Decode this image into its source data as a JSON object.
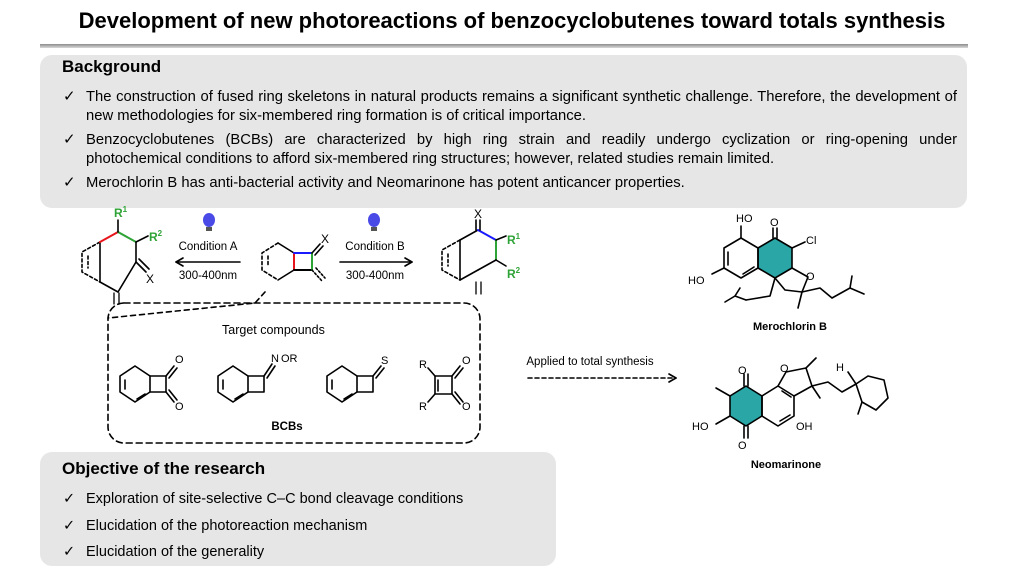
{
  "title": "Development of new photoreactions of benzocyclobutenes toward totals synthesis",
  "background": {
    "heading": "Background",
    "check": "✓",
    "items": [
      "The construction of fused ring skeletons in natural products remains a significant synthetic challenge. Therefore, the development of new methodologies for six-membered ring formation is of critical importance.",
      "Benzocyclobutenes (BCBs) are characterized by high ring strain and readily undergo cyclization or ring-opening under photochemical conditions to afford six-membered ring structures; however, related studies remain limited.",
      "Merochlorin B has anti-bacterial activity and Neomarinone has potent anticancer properties."
    ]
  },
  "scheme": {
    "condition_a": "Condition A",
    "condition_b": "Condition B",
    "wavelength_a": "300-400nm",
    "wavelength_b": "300-400nm",
    "target_label": "Target compounds",
    "bcbs_label": "BCBs",
    "applied_label": "Applied to total synthesis",
    "labels": {
      "r1": "R",
      "r2": "R",
      "sup1": "1",
      "sup2": "2",
      "x": "X",
      "o": "O",
      "s": "S",
      "n": "N",
      "or": "OR",
      "r": "R",
      "ho": "HO",
      "oh": "OH",
      "cl": "Cl",
      "h": "H"
    },
    "colors": {
      "red": "#e8141c",
      "green": "#2ea336",
      "blue": "#1a1aff",
      "teal": "#2aa6a6",
      "bulb": "#4a4ae6"
    }
  },
  "compounds": {
    "merochlorin": "Merochlorin B",
    "neomarinone": "Neomarinone"
  },
  "objective": {
    "heading": "Objective of the research",
    "check": "✓",
    "items": [
      "Exploration of site-selective C–C bond cleavage conditions",
      "Elucidation of the photoreaction mechanism",
      "Elucidation of the generality"
    ]
  }
}
